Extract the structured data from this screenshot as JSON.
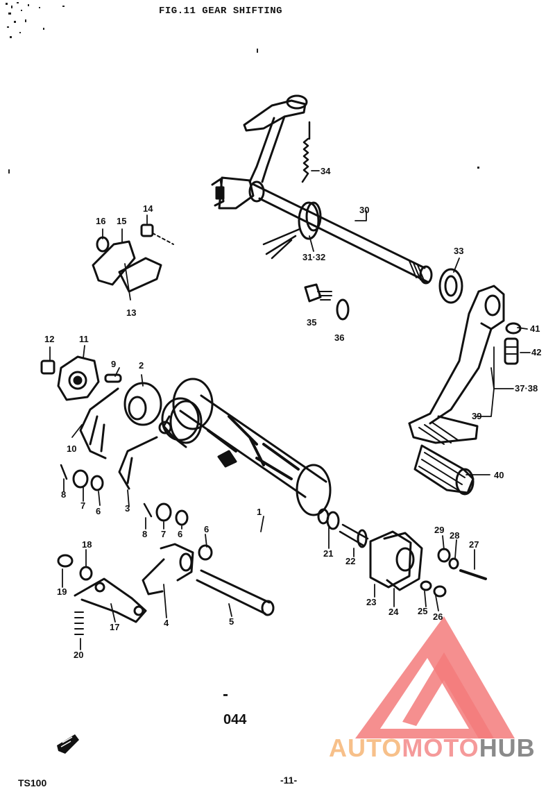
{
  "header": {
    "title": "FIG.11  GEAR SHIFTING"
  },
  "part_labels": [
    "1",
    "2",
    "3",
    "4",
    "5",
    "6",
    "6",
    "6",
    "7",
    "7",
    "8",
    "8",
    "9",
    "10",
    "11",
    "12",
    "13",
    "14",
    "15",
    "16",
    "17",
    "18",
    "19",
    "20",
    "21",
    "22",
    "23",
    "24",
    "25",
    "26",
    "27",
    "28",
    "29",
    "30",
    "31·32",
    "33",
    "34",
    "35",
    "36",
    "37·38",
    "39",
    "40",
    "41",
    "42"
  ],
  "catalog_code": "044",
  "footer": {
    "model": "TS100",
    "page": "-11-"
  },
  "watermark": {
    "part1": "AUTO",
    "part2": "MOTO",
    "part3": "HUB",
    "colors": {
      "auto": "#f7c08a",
      "moto": "#f59a9a",
      "hub": "#8a8a8a",
      "logo": "#f37b7b"
    }
  }
}
